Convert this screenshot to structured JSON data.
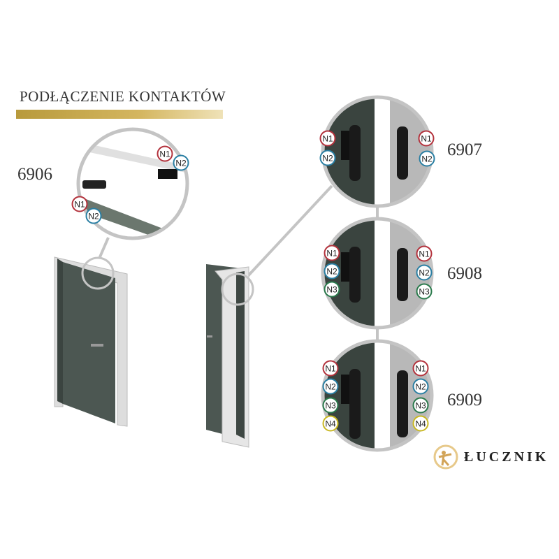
{
  "title": "PODŁĄCZENIE KONTAKTÓW",
  "models": {
    "m6906": "6906",
    "m6907": "6907",
    "m6908": "6908",
    "m6909": "6909"
  },
  "badges": {
    "m6906": [
      "N1",
      "N2",
      "N1",
      "N2"
    ],
    "m6907": [
      "N1",
      "N2",
      "N1",
      "N2"
    ],
    "m6908": [
      "N1",
      "N2",
      "N3",
      "N1",
      "N2",
      "N3"
    ],
    "m6909": [
      "N1",
      "N2",
      "N3",
      "N4",
      "N1",
      "N2",
      "N3",
      "N4"
    ]
  },
  "colors": {
    "N1": "#b3323c",
    "N2": "#2a7fa3",
    "N3": "#2a7a4c",
    "N4": "#c9b822",
    "gold": "#c8a850",
    "door": "#4c5752"
  },
  "logo": {
    "text": "ŁUCZNIK"
  }
}
